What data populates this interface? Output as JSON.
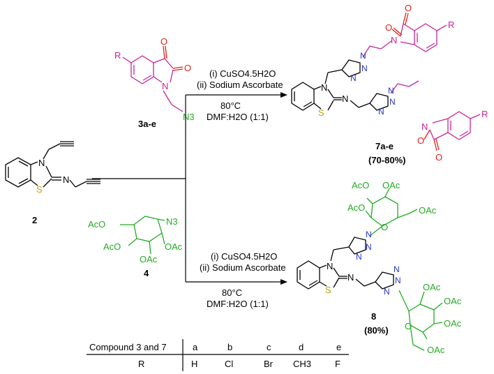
{
  "colors": {
    "bond": "#000000",
    "isatin": "#c8229a",
    "carbonyl_oxygen": "#e0201a",
    "azide": "#22aa22",
    "sugar": "#22aa22",
    "triazole_n": "#2233cc",
    "sulfur": "#b8a400"
  },
  "compounds": {
    "c2": {
      "label": "2"
    },
    "c3": {
      "label": "3a-e",
      "r_label": "R",
      "azide_label": "N3"
    },
    "c4": {
      "label": "4",
      "labels": [
        "AcO",
        "N3",
        "AcO",
        "OAc",
        "OAc"
      ]
    },
    "c7": {
      "label": "7a-e",
      "yield": "(70-80%)",
      "r_label": "R"
    },
    "c8": {
      "label": "8",
      "yield": "(80%)",
      "labels": [
        "AcO",
        "OAc",
        "AcO",
        "OAc",
        "OAc",
        "OAc",
        "OAc",
        "OAc"
      ]
    }
  },
  "reaction_top": {
    "reagent1": "(i) CuSO4.5H2O",
    "reagent2": "(ii) Sodium Ascorbate",
    "temperature": "80°C",
    "solvent": "DMF:H2O (1:1)"
  },
  "reaction_bottom": {
    "reagent1": "(i) CuSO4.5H2O",
    "reagent2": "(ii) Sodium Ascorbate",
    "temperature": "80°C",
    "solvent": "DMF:H2O (1:1)"
  },
  "atoms": {
    "n": "N",
    "s": "S",
    "o": "O"
  },
  "table": {
    "header_label": "Compound 3 and 7",
    "row_label": "R",
    "columns": [
      "a",
      "b",
      "c",
      "d",
      "e"
    ],
    "values": [
      "H",
      "Cl",
      "Br",
      "CH3",
      "F"
    ]
  }
}
